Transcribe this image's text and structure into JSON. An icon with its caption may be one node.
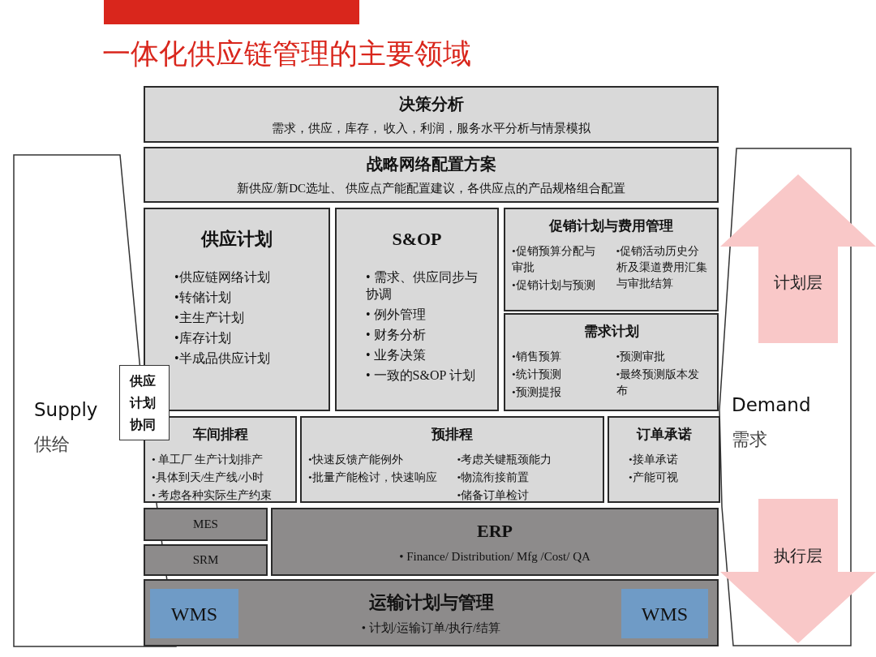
{
  "diagram": {
    "title": "一体化供应链管理的主要领域",
    "nodes": [
      {
        "text": [
          "Supply",
          "供给"
        ]
      },
      {
        "text": [
          "Demand",
          "需求"
        ]
      },
      {
        "text": [
          "决策分析",
          "需求，供应，库存， 收入，利润，服务水平分析与情景模拟"
        ]
      },
      {
        "text": [
          "战略网络配置方案",
          "新供应/新DC选址、 供应点产能配置建议，各供应点的产品规格组合配置"
        ]
      },
      {
        "text": [
          "供应计划",
          "•供应链网络计划",
          "•转储计划",
          "•主生产计划",
          "•库存计划",
          "•半成品供应计划"
        ]
      },
      {
        "text": [
          "S&OP",
          "• 需求、供应同步与协调",
          "• 例外管理",
          "• 财务分析",
          "• 业务决策",
          "• 一致的S&OP 计划"
        ]
      },
      {
        "text": [
          "促销计划与费用管理",
          "•促销预算分配与审批",
          "•促销计划与预测",
          "•促销活动历史分析及渠道费用汇集与审批结算"
        ]
      },
      {
        "text": [
          "需求计划",
          "•销售预算",
          "•统计预测",
          "•预测提报",
          "•预测审批",
          "•最终预测版本发布"
        ]
      },
      {
        "text": [
          "供应计划协同"
        ]
      },
      {
        "text": [
          "车间排程",
          "• 单工厂 生产计划排产",
          "•具体到天/生产线/小时",
          "• 考虑各种实际生产约束"
        ]
      },
      {
        "text": [
          "预排程",
          "•快速反馈产能例外",
          "•批量产能检讨，快速响应",
          "•考虑关键瓶颈能力",
          "•物流衔接前置",
          "•储备订单检讨"
        ]
      },
      {
        "text": [
          "订单承诺",
          "•接单承诺",
          "•产能可视"
        ]
      },
      {
        "text": [
          "MES"
        ]
      },
      {
        "text": [
          "SRM"
        ]
      },
      {
        "text": [
          "ERP",
          "• Finance/  Distribution/  Mfg /Cost/  QA"
        ]
      },
      {
        "text": [
          "运输计划与管理",
          "• 计划/运输订单/执行/结算"
        ]
      },
      {
        "text": [
          "WMS"
        ],
        "in": 15
      },
      {
        "text": [
          "WMS"
        ],
        "in": 15
      },
      {
        "text": [
          "计划层"
        ]
      },
      {
        "text": [
          "执行层"
        ]
      }
    ]
  }
}
